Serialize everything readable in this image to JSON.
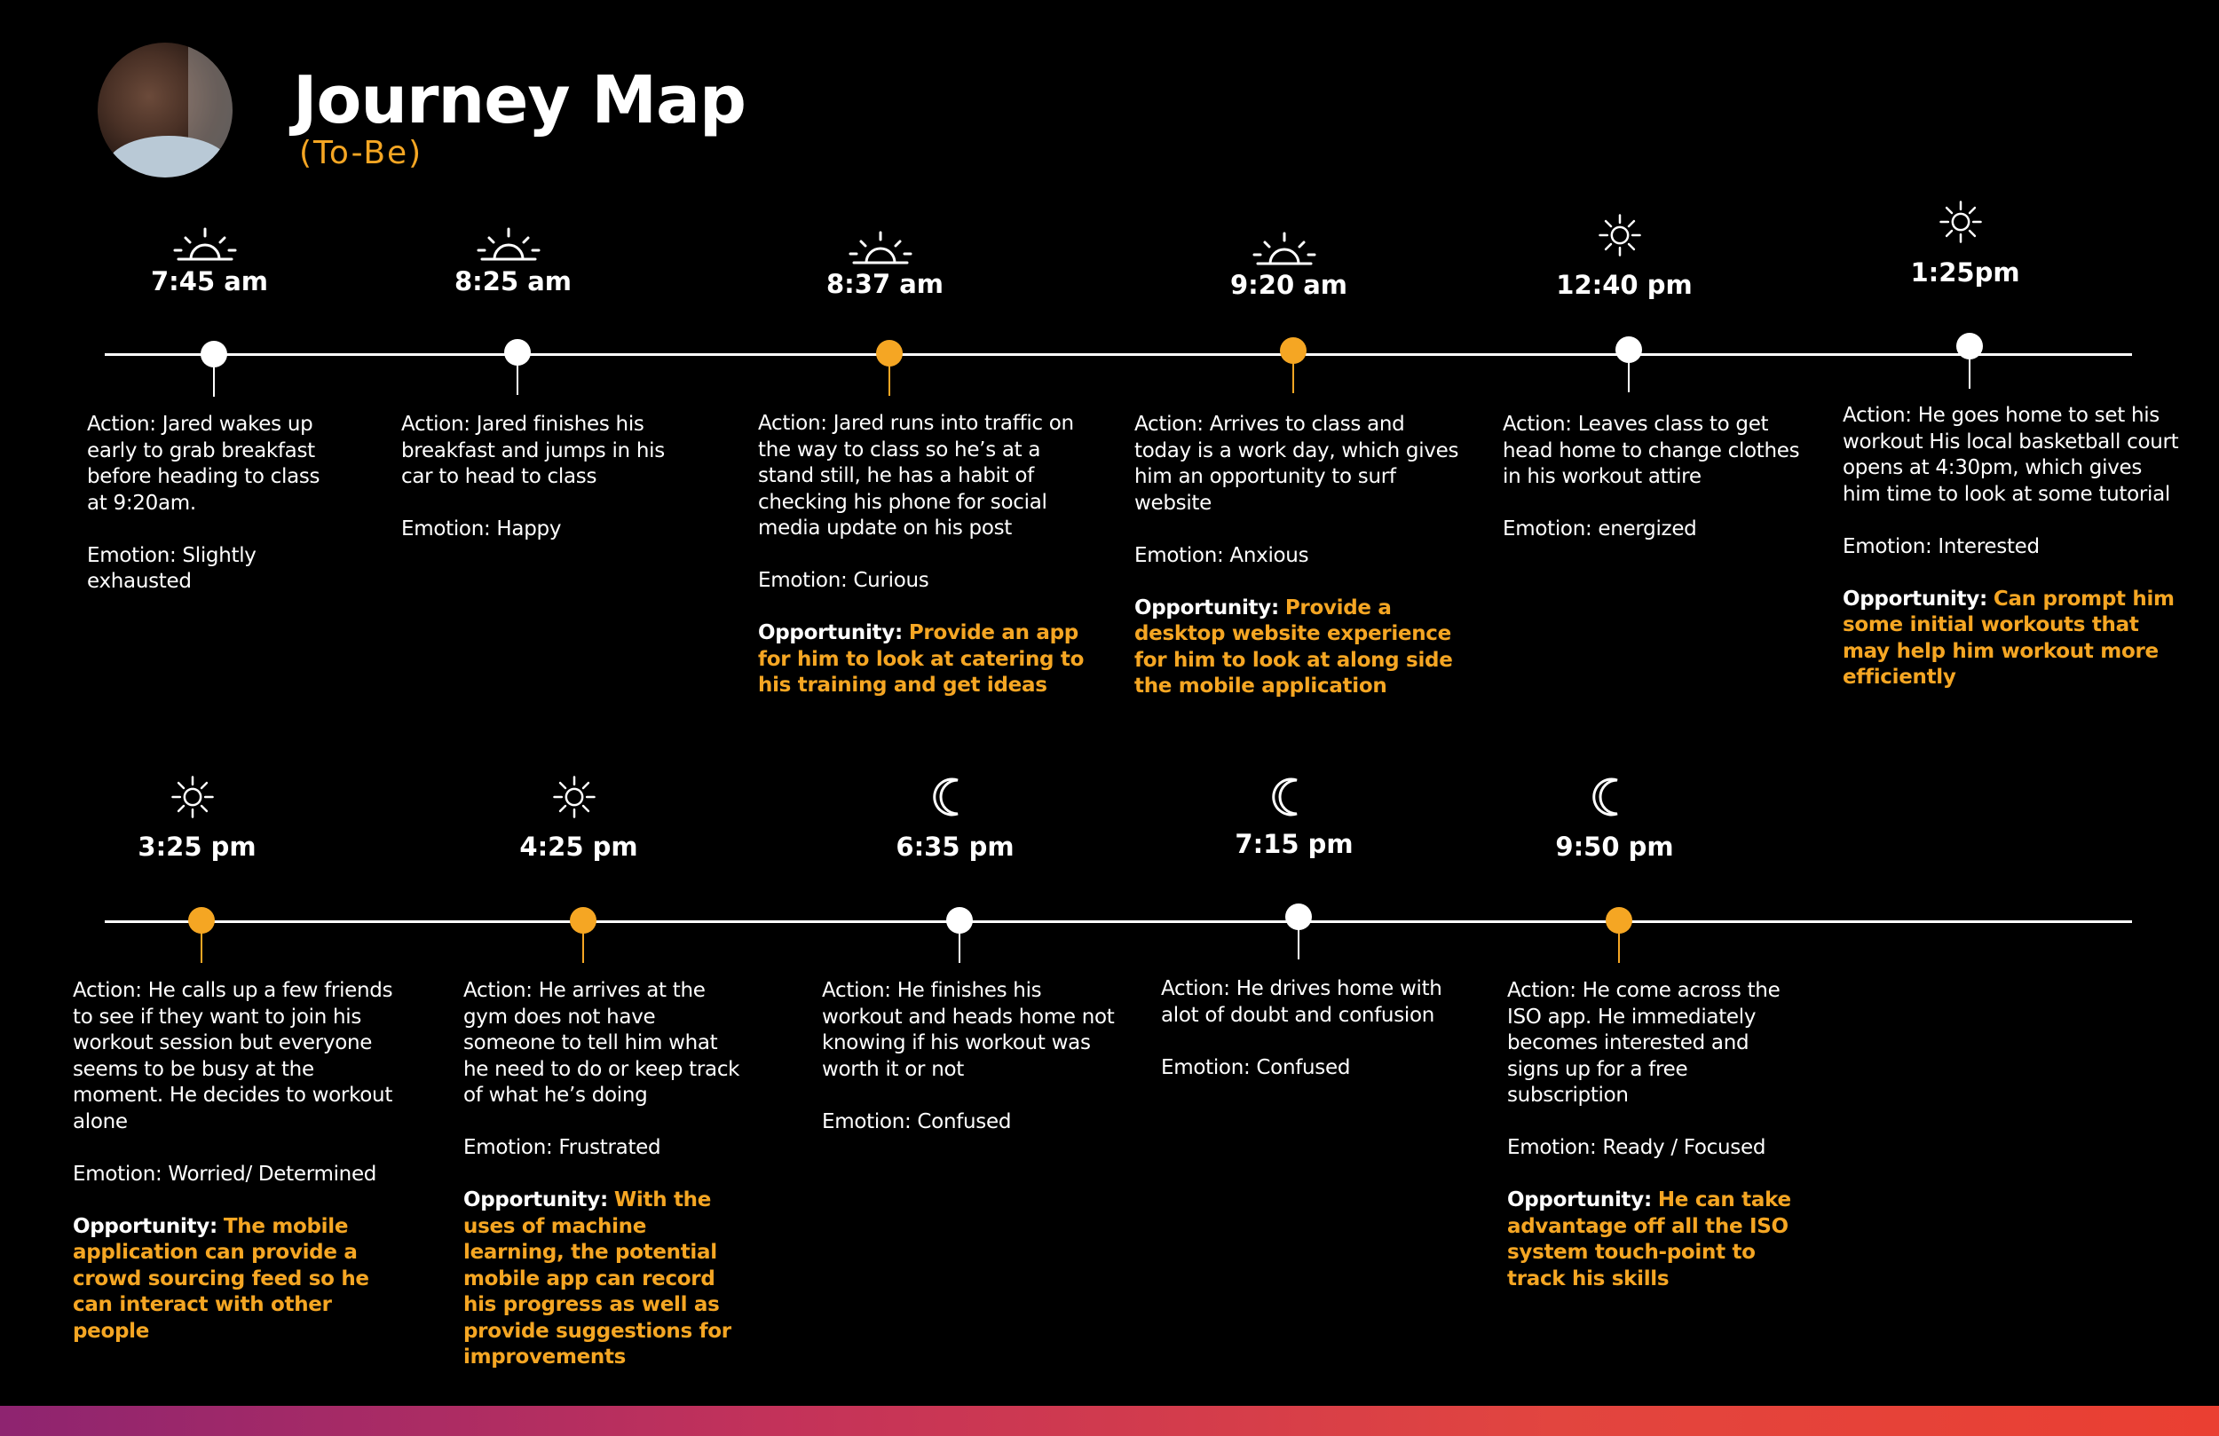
{
  "header": {
    "title": "Journey Map",
    "subtitle": "(To-Be)"
  },
  "colors": {
    "accent": "#f5a623",
    "background": "#000000",
    "text": "#ffffff"
  },
  "stages": [
    {
      "time": "7:45 am",
      "icon": "sunrise-icon",
      "marker": "white",
      "action": "Action: Jared wakes up early to grab breakfast before heading to class at 9:20am.",
      "emotion": "Emotion: Slightly exhausted",
      "opportunity_label": "",
      "opportunity": ""
    },
    {
      "time": "8:25 am",
      "icon": "sunrise-icon",
      "marker": "white",
      "action": "Action: Jared finishes his breakfast and jumps in his car to head to class",
      "emotion": "Emotion: Happy",
      "opportunity_label": "",
      "opportunity": ""
    },
    {
      "time": "8:37 am",
      "icon": "sunrise-icon",
      "marker": "orange",
      "action": "Action: Jared runs into traffic on the way to class so he’s at a stand still, he has a habit of checking his phone for social media update on his post",
      "emotion": "Emotion: Curious",
      "opportunity_label": "Opportunity:",
      "opportunity": "Provide an app for him to look at catering to his training and get ideas"
    },
    {
      "time": "9:20 am",
      "icon": "sunrise-icon",
      "marker": "orange",
      "action": "Action:  Arrives to class and today is a work day, which gives him an opportunity to surf website",
      "emotion": "Emotion: Anxious",
      "opportunity_label": "Opportunity:",
      "opportunity": "Provide a desktop website experience for him to look at along side the mobile application"
    },
    {
      "time": "12:40 pm",
      "icon": "sun-icon",
      "marker": "white",
      "action": "Action: Leaves class to get head home to change clothes in his workout attire",
      "emotion": "Emotion: energized",
      "opportunity_label": "",
      "opportunity": ""
    },
    {
      "time": "1:25pm",
      "icon": "sun-icon",
      "marker": "white",
      "action": "Action: He goes home to set his workout  His local basketball court opens at 4:30pm, which gives him time to look at some tutorial",
      "emotion": "Emotion: Interested",
      "opportunity_label": "Opportunity:",
      "opportunity": "Can prompt him some initial workouts that may help him workout more efficiently"
    },
    {
      "time": "3:25 pm",
      "icon": "sun-icon",
      "marker": "orange",
      "action": "Action: He calls up a few friends to see if they want to join his workout session but everyone seems to be busy at the moment. He decides to workout alone",
      "emotion": "Emotion: Worried/ Determined",
      "opportunity_label": "Opportunity:",
      "opportunity": "The mobile application can provide a crowd sourcing feed so he can interact with other people"
    },
    {
      "time": "4:25 pm",
      "icon": "sun-icon",
      "marker": "orange",
      "action": "Action: He arrives at the gym does not have someone to tell him what he need to do or keep track of what he’s doing",
      "emotion": "Emotion: Frustrated",
      "opportunity_label": "Opportunity:",
      "opportunity": "With the uses of machine learning, the potential mobile app can record his progress as well as provide suggestions for improvements"
    },
    {
      "time": "6:35 pm",
      "icon": "moon-icon",
      "marker": "white",
      "action": "Action: He finishes his workout and heads home not knowing if his workout was worth it or not",
      "emotion": "Emotion: Confused",
      "opportunity_label": "",
      "opportunity": ""
    },
    {
      "time": "7:15 pm",
      "icon": "moon-icon",
      "marker": "white",
      "action": "Action: He drives home with alot of doubt and confusion",
      "emotion": "Emotion: Confused",
      "opportunity_label": "",
      "opportunity": ""
    },
    {
      "time": "9:50 pm",
      "icon": "moon-icon",
      "marker": "orange",
      "action": "Action: He come across the ISO app. He immediately becomes interested and signs up for a free subscription",
      "emotion": "Emotion: Ready / Focused",
      "opportunity_label": "Opportunity:",
      "opportunity": "He can take advantage off all the ISO system touch-point to track his skills"
    }
  ]
}
